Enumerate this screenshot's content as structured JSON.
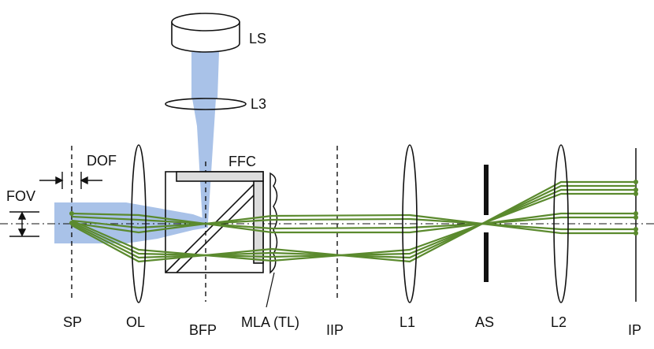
{
  "labels": {
    "ls": "LS",
    "l3": "L3",
    "dof": "DOF",
    "ffc": "FFC",
    "fov": "FOV",
    "sp": "SP",
    "ol": "OL",
    "bfp": "BFP",
    "mla": "MLA (TL)",
    "iip": "IIP",
    "l1": "L1",
    "as": "AS",
    "l2": "L2",
    "ip": "IP"
  },
  "colors": {
    "illumination": "#a9c2e8",
    "ray": "#5b8a2e",
    "ray_dark": "#3f6b1c",
    "line": "#111111",
    "ffc_fill": "#dcdcdc"
  }
}
